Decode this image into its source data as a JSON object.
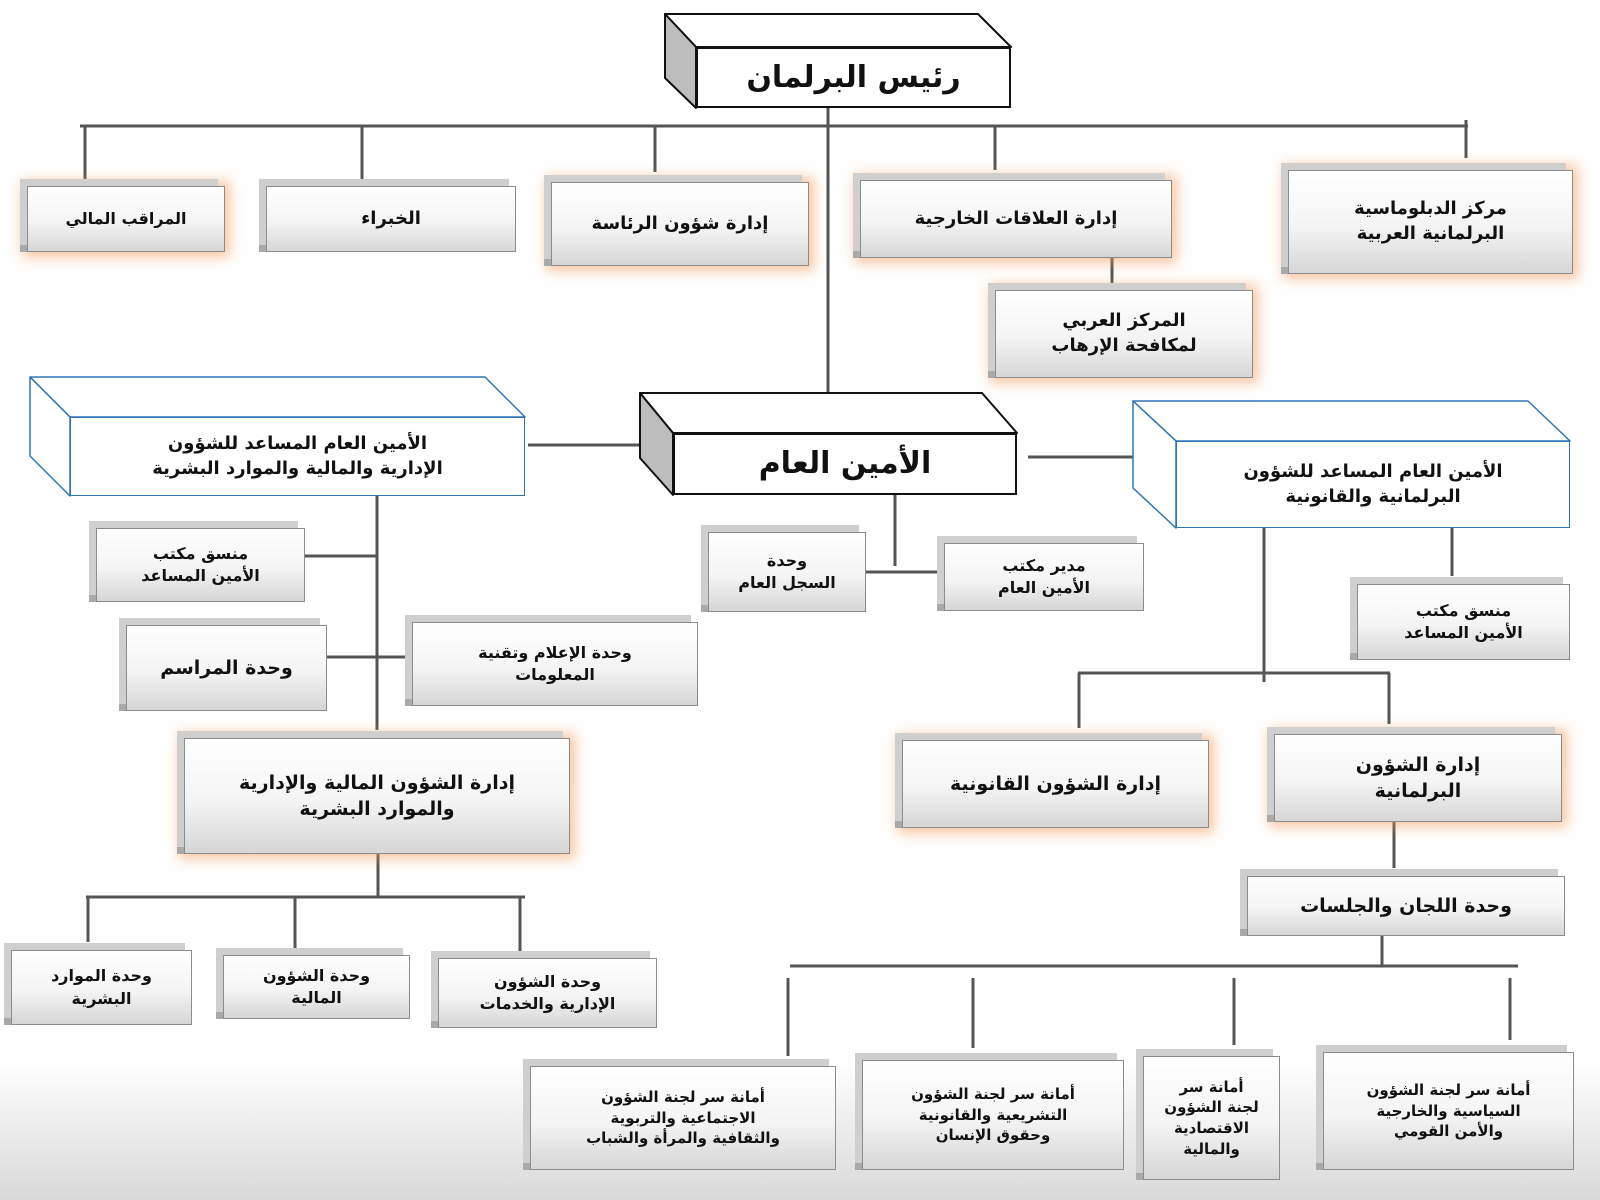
{
  "nodes": {
    "parliament_speaker": "رئيس البرلمان",
    "financial_controller": "المراقب المالي",
    "experts": "الخبراء",
    "presidency_affairs": "إدارة شؤون الرئاسة",
    "foreign_relations": "إدارة العلاقات الخارجية",
    "diplomacy_center": "مركز الدبلوماسية\nالبرلمانية العربية",
    "counter_terrorism_center": "المركز العربي\nلمكافحة الإرهاب",
    "secretary_general": "الأمين العام",
    "asg_admin": "الأمين العام المساعد للشؤون\nالإدارية والمالية والموارد البشرية",
    "asg_parliamentary": "الأمين العام المساعد للشؤون\nالبرلمانية والقانونية",
    "general_registry_unit": "وحدة\nالسجل العام",
    "sg_office_director": "مدير مكتب\nالأمين العام",
    "asg_office_coordinator_left": "منسق مكتب\nالأمين المساعد",
    "protocol_unit": "وحدة المراسم",
    "media_it_unit": "وحدة الإعلام وتقنية\nالمعلومات",
    "finance_admin_hr_dept": "إدارة الشؤون المالية والإدارية\nوالموارد البشرية",
    "hr_unit": "وحدة الموارد\nالبشرية",
    "financial_affairs_unit": "وحدة الشؤون\nالمالية",
    "admin_services_unit": "وحدة الشؤون\nالإدارية والخدمات",
    "asg_office_coordinator_right": "منسق مكتب\nالأمين المساعد",
    "legal_affairs_dept": "إدارة الشؤون القانونية",
    "parliamentary_affairs_dept": "إدارة الشؤون\nالبرلمانية",
    "committees_sessions_unit": "وحدة اللجان والجلسات",
    "social_committee_secretariat": "أمانة سر لجنة الشؤون\nالاجتماعية والتربوية\nوالثقافية والمرأة والشباب",
    "legislative_committee_secretariat": "أمانة سر لجنة الشؤون\nالتشريعية والقانونية\nوحقوق الإنسان",
    "economic_committee_secretariat": "أمانة سر\nلجنة الشؤون\nالاقتصادية\nوالمالية",
    "political_committee_secretariat": "أمانة سر لجنة الشؤون\nالسياسية والخارجية\nوالأمن القومي"
  }
}
